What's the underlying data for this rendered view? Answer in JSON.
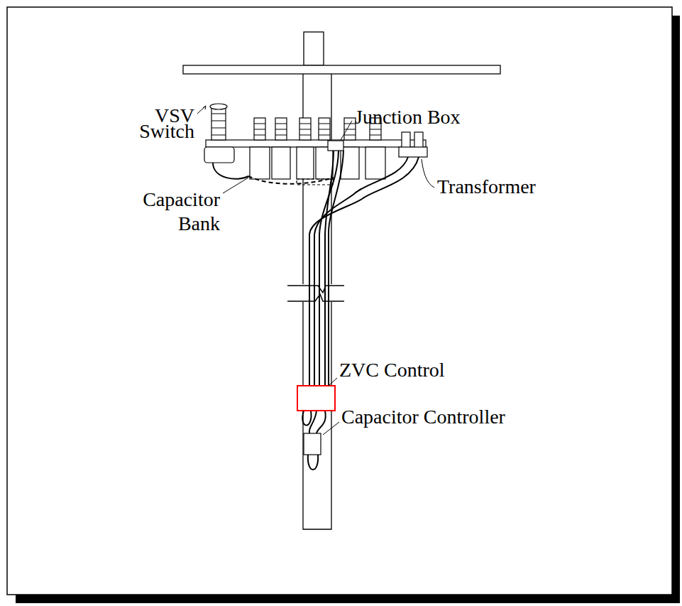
{
  "diagram": {
    "labels": [
      "VSV Switch",
      "Junction Box",
      "Transformer",
      "Capacitor Bank",
      "ZVC Control",
      "Capacitor Controller"
    ]
  }
}
